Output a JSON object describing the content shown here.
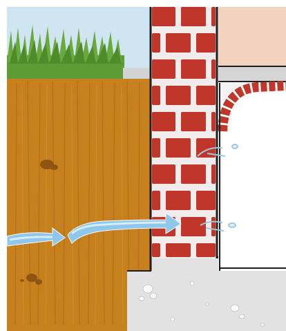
{
  "diagram": {
    "colors": {
      "sky": "#cfe6f2",
      "grass": "#5e9a35",
      "soil": "#c6801d",
      "soil_dark": "#8e5512",
      "brick": "#c0362b",
      "mortar": "#f1eceb",
      "interior_wall": "#f3d3c0",
      "room": "#f4f4f4",
      "concrete": "#e2e2e2",
      "slab": "#d5d5d5",
      "water": "#8ec7ea",
      "water_highlight": "#d6eefa",
      "outline": "#1d1d1d"
    },
    "elements": [
      "ground-surface-grass",
      "soil-layer",
      "brick-wall",
      "basement-room",
      "concrete-footing",
      "moisture-flow-arrows",
      "moisture-seepage"
    ]
  }
}
